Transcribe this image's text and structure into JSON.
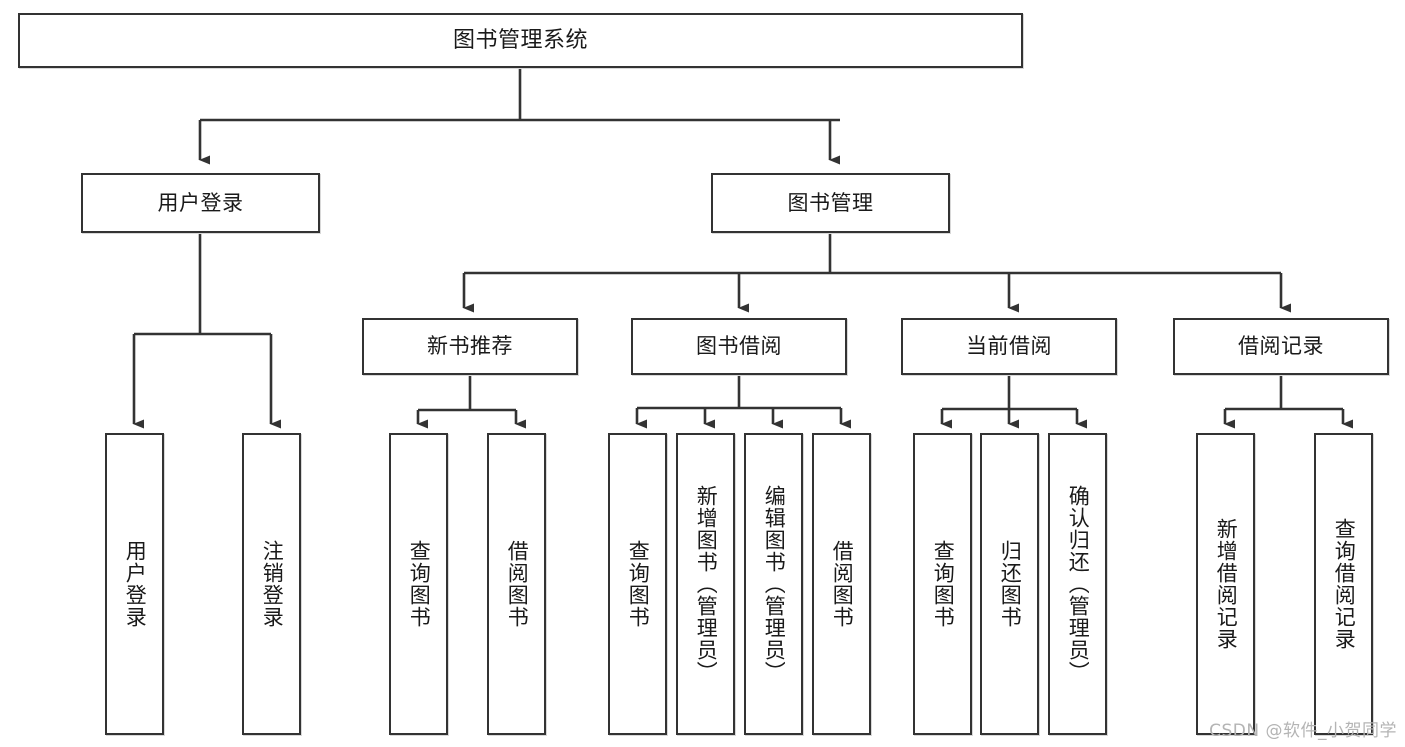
{
  "diagram": {
    "title": "图书管理系统",
    "type": "tree-hierarchy",
    "orientation": "top-down",
    "style": {
      "box_border_color": "#333333",
      "box_fill_color": "#ffffff",
      "edge_color": "#333333",
      "background": "#ffffff",
      "text_color": "#1a1a1a"
    },
    "levels": {
      "root": "系统根节点",
      "level2": "一级模块",
      "level3": "二级模块",
      "level4": "功能叶节点"
    }
  },
  "nodes": {
    "root": {
      "id": "root",
      "label": "图书管理系统"
    },
    "level2": [
      {
        "id": "user-login",
        "label": "用户登录"
      },
      {
        "id": "book-manage",
        "label": "图书管理"
      }
    ],
    "level3": [
      {
        "id": "new-book-rec",
        "label": "新书推荐",
        "parent": "book-manage"
      },
      {
        "id": "book-borrow",
        "label": "图书借阅",
        "parent": "book-manage"
      },
      {
        "id": "current-borrow",
        "label": "当前借阅",
        "parent": "book-manage"
      },
      {
        "id": "borrow-record",
        "label": "借阅记录",
        "parent": "book-manage"
      }
    ],
    "leaves": [
      {
        "id": "leaf-user-login",
        "label": "用户登录",
        "parent": "user-login"
      },
      {
        "id": "leaf-logout",
        "label": "注销登录",
        "parent": "user-login"
      },
      {
        "id": "leaf-query-book-1",
        "label": "查询图书",
        "parent": "new-book-rec"
      },
      {
        "id": "leaf-borrow-book-1",
        "label": "借阅图书",
        "parent": "new-book-rec"
      },
      {
        "id": "leaf-query-book-2",
        "label": "查询图书",
        "parent": "book-borrow"
      },
      {
        "id": "leaf-add-book",
        "label": "新增图书（管理员）",
        "parent": "book-borrow"
      },
      {
        "id": "leaf-edit-book",
        "label": "编辑图书（管理员）",
        "parent": "book-borrow"
      },
      {
        "id": "leaf-borrow-book-2",
        "label": "借阅图书",
        "parent": "book-borrow"
      },
      {
        "id": "leaf-query-book-3",
        "label": "查询图书",
        "parent": "current-borrow"
      },
      {
        "id": "leaf-return-book",
        "label": "归还图书",
        "parent": "current-borrow"
      },
      {
        "id": "leaf-confirm-return",
        "label": "确认归还（管理员）",
        "parent": "current-borrow"
      },
      {
        "id": "leaf-add-record",
        "label": "新增借阅记录",
        "parent": "borrow-record"
      },
      {
        "id": "leaf-query-record",
        "label": "查询借阅记录",
        "parent": "borrow-record"
      }
    ]
  },
  "watermark": {
    "text": "CSDN @软件_小贺同学"
  }
}
